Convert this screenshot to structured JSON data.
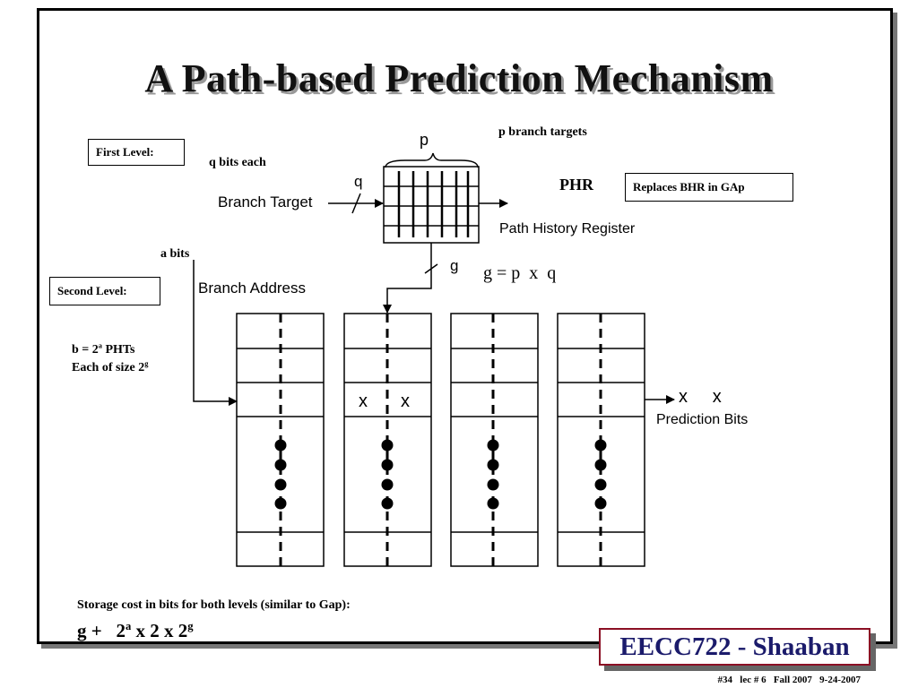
{
  "title": "A Path-based Prediction Mechanism",
  "labels": {
    "first_level": "First Level:",
    "second_level": "Second Level:",
    "q_bits_each": "q bits each",
    "p_branch_targets": "p branch targets",
    "p": "p",
    "q": "q",
    "g": "g",
    "branch_target": "Branch Target",
    "path_history_register": "Path History Register",
    "phr": "PHR",
    "replaces": "Replaces BHR in GAp",
    "a_bits": "a bits",
    "branch_address": "Branch Address",
    "g_formula": "g = p  x  q",
    "b_line1_prefix": "b = 2",
    "b_line1_sup": "a",
    "b_line1_suffix": " PHTs",
    "b_line2_prefix": "Each of size 2",
    "b_line2_sup": "g",
    "x": "x",
    "out_x": "x     x",
    "prediction_bits": "Prediction Bits",
    "storage_caption": "Storage cost in bits for both levels (similar to Gap):",
    "storage_part1": "g +   2",
    "storage_sup1": "a",
    "storage_part2": " x 2 x 2",
    "storage_sup2": "g"
  },
  "footer": {
    "course": "EECC722 - Shaaban",
    "slide_info": "#34   lec # 6   Fall 2007   9-24-2007"
  }
}
